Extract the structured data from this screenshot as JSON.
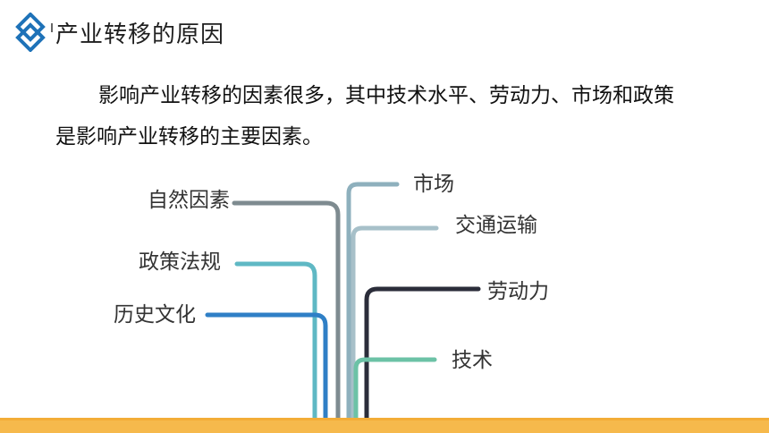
{
  "header": {
    "title": "产业转移的原因",
    "logo_icon": "stacked-diamond-icon",
    "accent_color": "#1e72b8"
  },
  "intro": {
    "line1": "影响产业转移的因素很多，其中技术水平、劳动力、市场和政策",
    "line2": "是影响产业转移的主要因素。"
  },
  "factors": {
    "left": [
      {
        "label": "自然因素",
        "color": "#7e8b90"
      },
      {
        "label": "政策法规",
        "color": "#5fb8c4"
      },
      {
        "label": "历史文化",
        "color": "#2f7fc6"
      }
    ],
    "right": [
      {
        "label": "市场",
        "color": "#8eb0bd"
      },
      {
        "label": "交通运输",
        "color": "#a7c0c9"
      },
      {
        "label": "劳动力",
        "color": "#2b2d3a"
      },
      {
        "label": "技术",
        "color": "#6cc2a6"
      }
    ]
  },
  "ground_color": "#f6b94c"
}
